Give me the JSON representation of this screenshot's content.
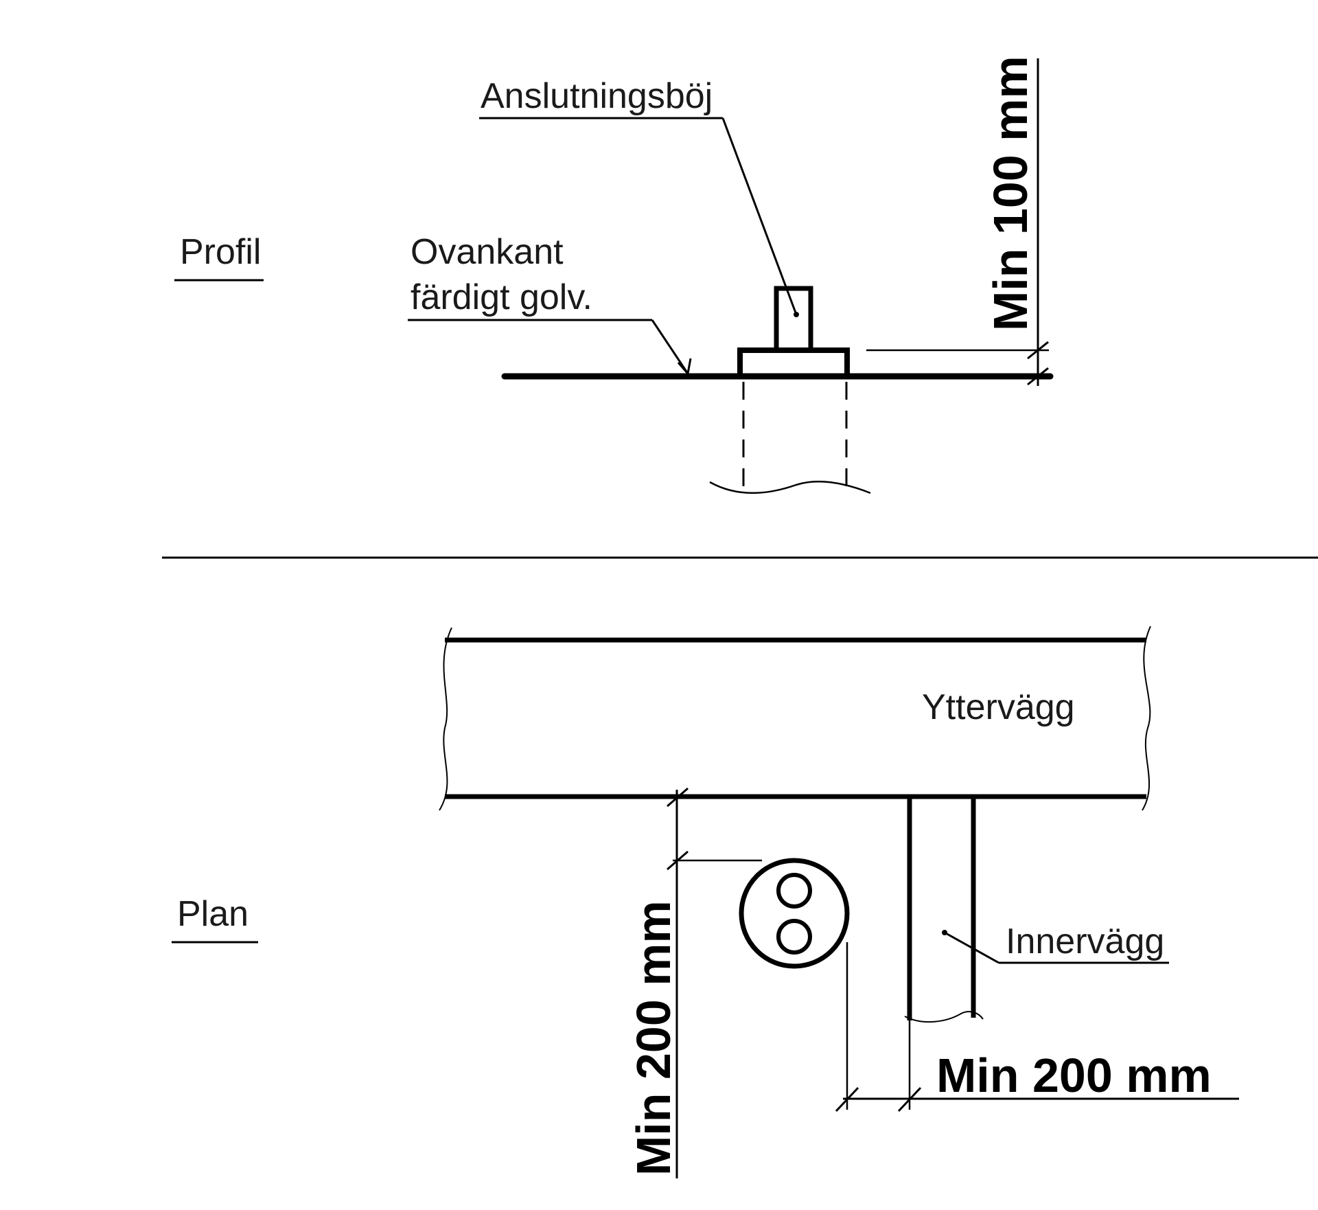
{
  "profile": {
    "title": "Profil",
    "connection_label": "Anslutningsböj",
    "floor_label_line1": "Ovankant",
    "floor_label_line2": "färdigt golv.",
    "height_dim": "Min 100 mm"
  },
  "plan": {
    "title": "Plan",
    "outer_wall_label": "Yttervägg",
    "inner_wall_label": "Innervägg",
    "wall_clearance_dim": "Min 200 mm",
    "inner_wall_clearance_dim": "Min 200 mm"
  }
}
